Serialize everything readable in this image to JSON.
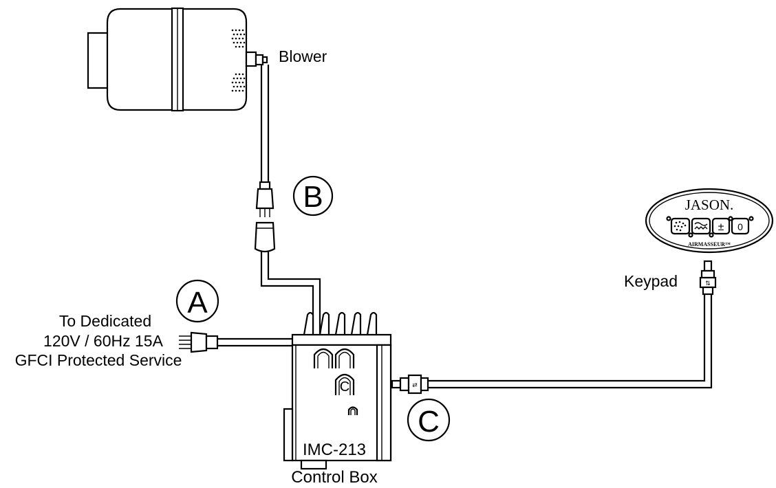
{
  "labels": {
    "blower": "Blower",
    "keypad": "Keypad",
    "service_line1": "To Dedicated",
    "service_line2": "120V / 60Hz 15A",
    "service_line3": "GFCI Protected Service",
    "model": "IMC-213",
    "control_box": "Control Box"
  },
  "markers": {
    "a": "A",
    "b": "B",
    "c": "C"
  },
  "box_port_letter": "C",
  "keypad": {
    "brand": "JASON.",
    "subtitle": "AIRMASSEUR™",
    "plus_minus": "±",
    "power": "0"
  }
}
